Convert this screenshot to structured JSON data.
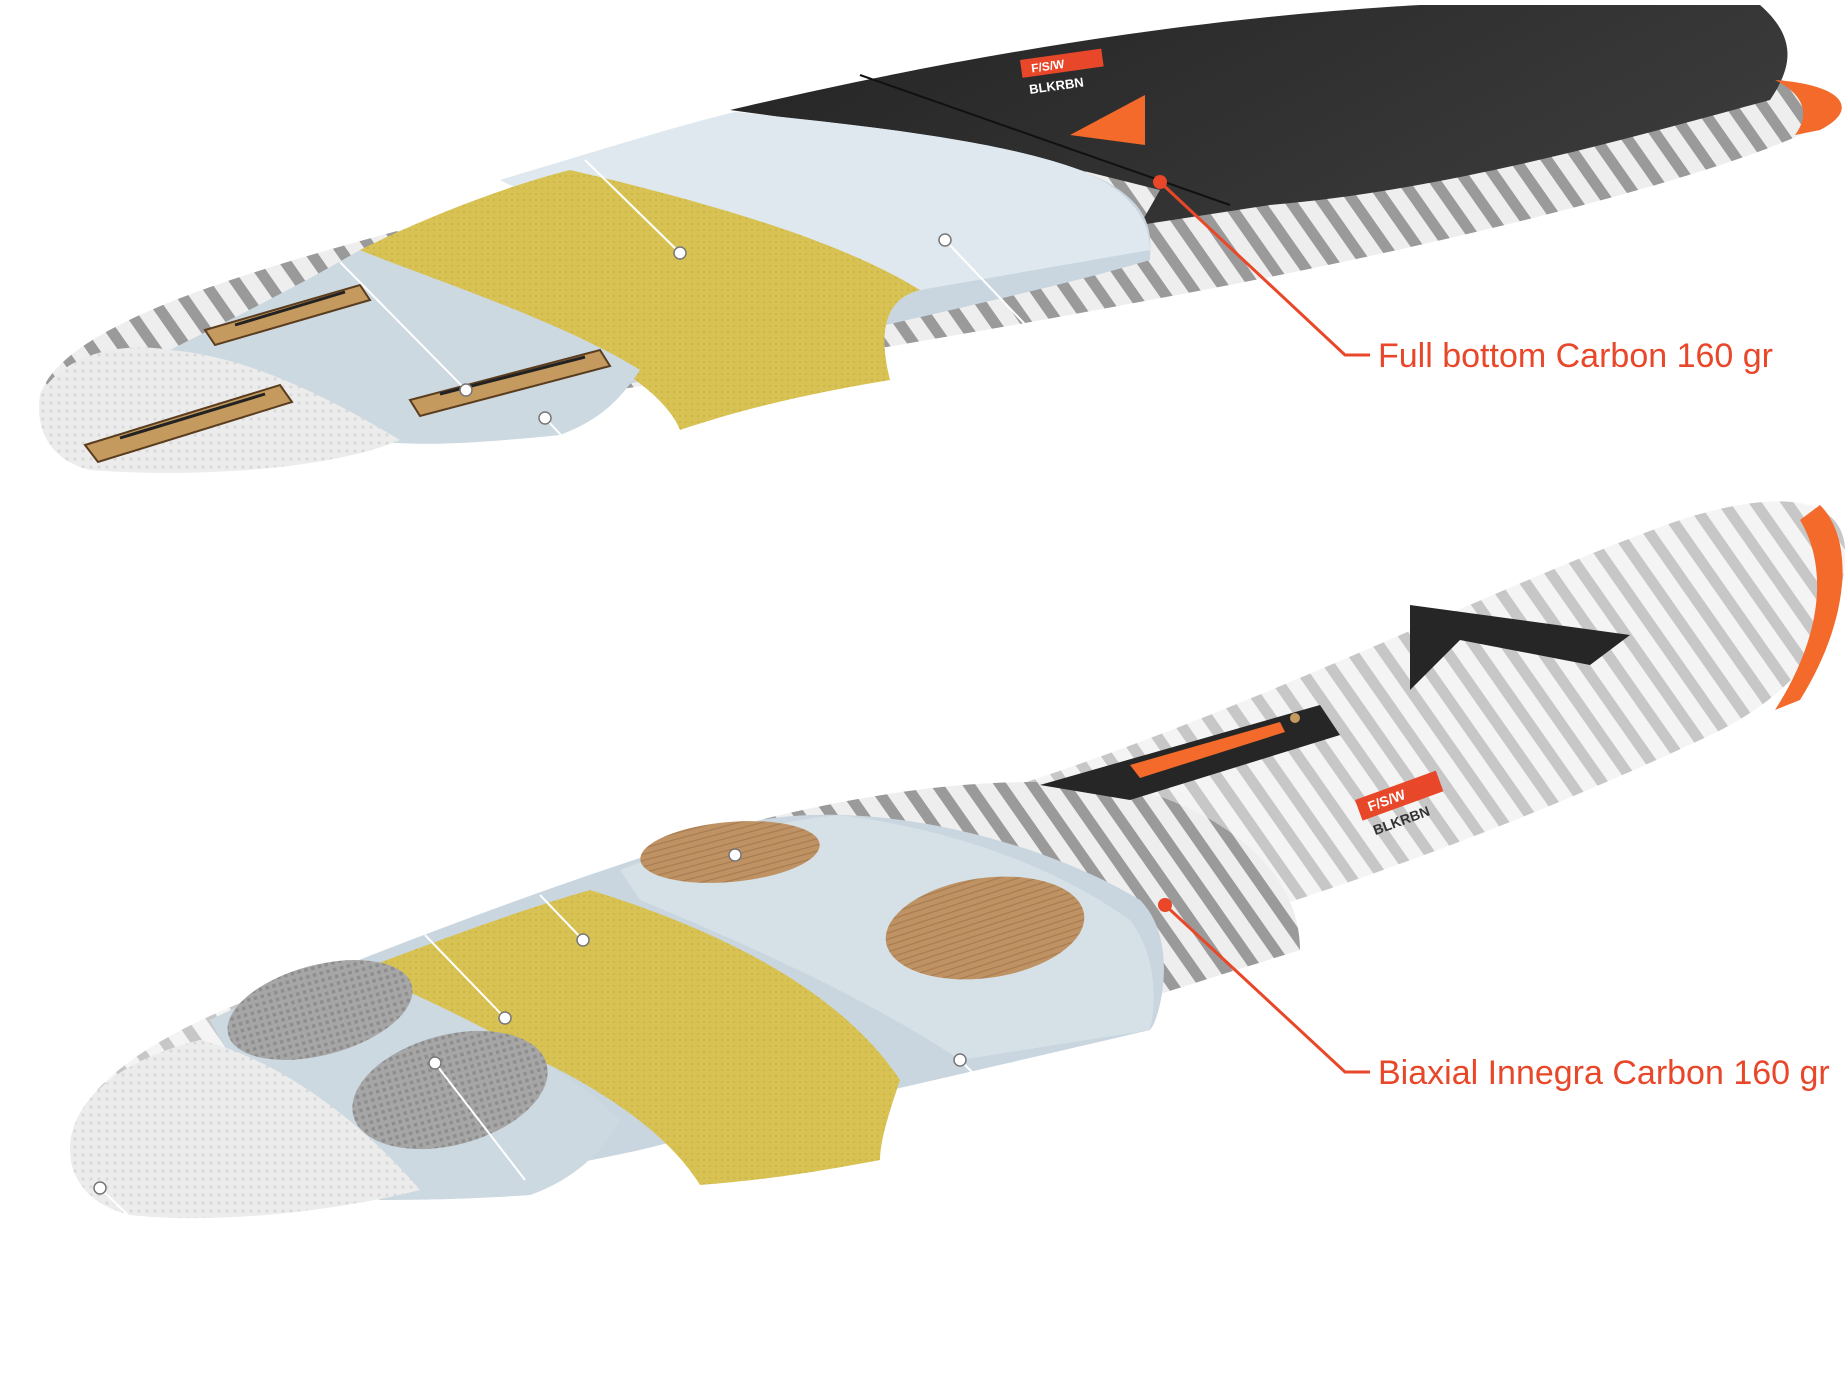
{
  "colors": {
    "accent": "#e8472a",
    "orange_tip": "#f36a2b",
    "glass": "#c9d6df",
    "glass_light": "#dfe8ee",
    "yellow_core": "#d8c254",
    "wood": "#b88a5e",
    "carbon_dark": "#2d2d2d",
    "leader_line": "#ffffff"
  },
  "callouts": [
    {
      "label": "Full bottom Carbon 160 gr"
    },
    {
      "label": "Biaxial Innegra Carbon 160 gr"
    }
  ],
  "boards": [
    {
      "deck_badge": {
        "top": "F/S/W",
        "bottom": "BLKRBN"
      }
    },
    {
      "deck_badge": {
        "top": "F/S/W",
        "bottom": "BLKRBN"
      }
    }
  ]
}
